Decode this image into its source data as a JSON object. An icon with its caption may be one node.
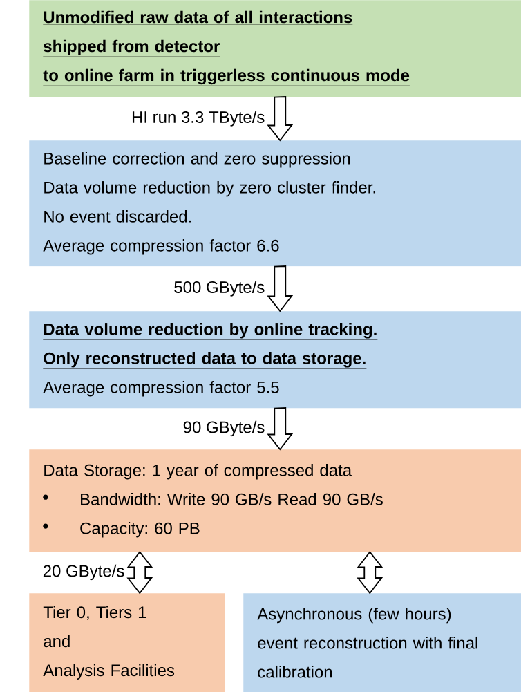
{
  "diagram": {
    "nodes": [
      {
        "text": [
          "Unmodified raw data of all interactions",
          "shipped from detector",
          "to online farm in triggerless continuous mode"
        ]
      },
      {
        "text": [
          "Baseline correction and zero suppression",
          "Data volume reduction by zero cluster finder.",
          "No event discarded.",
          "Average compression factor 6.6"
        ]
      },
      {
        "text": [
          "Data volume reduction by online tracking.",
          "Only reconstructed data to data storage.",
          "Average compression factor 5.5"
        ]
      },
      {
        "text": [
          "Data Storage: 1 year of compressed data",
          "Bandwidth: Write 90 GB/s Read 90 GB/s",
          "Capacity: 60 PB"
        ]
      },
      {
        "text": [
          "Tier 0, Tiers 1",
          "and",
          "Analysis Facilities"
        ]
      },
      {
        "text": [
          "Asynchronous (few hours) event reconstruction with final calibration"
        ]
      }
    ],
    "edges": [
      {
        "from": 0,
        "to": 1,
        "arrow": "to",
        "label": "HI run 3.3 TByte/s"
      },
      {
        "from": 1,
        "to": 2,
        "arrow": "to",
        "label": "500 GByte/s"
      },
      {
        "from": 2,
        "to": 3,
        "arrow": "to",
        "label": "90 GByte/s"
      },
      {
        "from": 3,
        "to": 4,
        "arrow": "both",
        "label": "20 GByte/s"
      },
      {
        "from": 3,
        "to": 5,
        "arrow": "both"
      }
    ]
  }
}
